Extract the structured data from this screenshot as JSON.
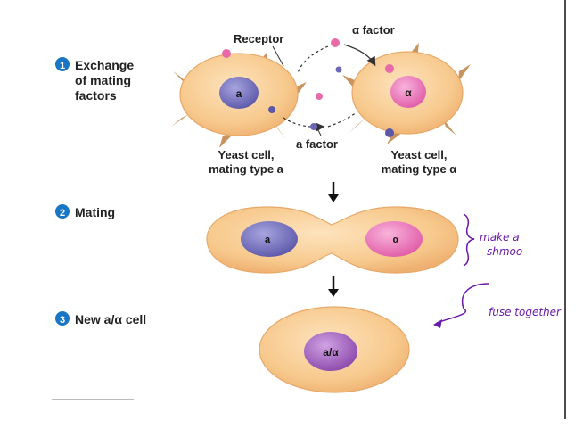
{
  "steps": [
    {
      "number": "1",
      "label_line1": "Exchange",
      "label_line2": "of mating",
      "label_line3": "factors"
    },
    {
      "number": "2",
      "label_line1": "Mating"
    },
    {
      "number": "3",
      "label_line1": "New a/α cell"
    }
  ],
  "labels": {
    "receptor": "Receptor",
    "alpha_factor": "α factor",
    "a_factor": "a factor",
    "cell_a_line1": "Yeast cell,",
    "cell_a_line2": "mating type a",
    "cell_alpha_line1": "Yeast cell,",
    "cell_alpha_line2": "mating type α"
  },
  "nuclei": {
    "a": "a",
    "alpha": "α",
    "a2": "a",
    "alpha2": "α",
    "fused": "a/α"
  },
  "annotations": {
    "shmoo_line1": "make a",
    "shmoo_line2": "shmoo",
    "fuse": "fuse together"
  },
  "colors": {
    "cell_fill": "#f7c98d",
    "cell_stroke": "#e7a868",
    "nucleus_a": "#6b67b5",
    "nucleus_alpha": "#ea6db2",
    "nucleus_fused": "#9b5cb6",
    "step_badge": "#1976c4",
    "handwriting": "#6a1aa8"
  }
}
